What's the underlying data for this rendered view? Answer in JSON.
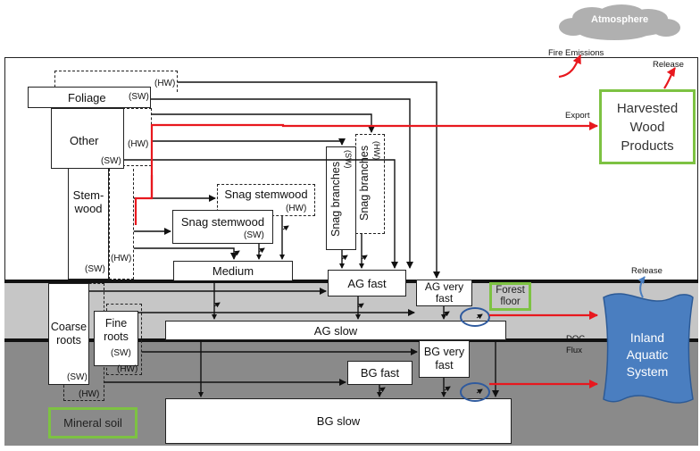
{
  "labels": {
    "atmosphere": "Atmosphere",
    "fire_emissions": "Fire Emissions",
    "release_top": "Release",
    "export": "Export",
    "hwp": "Harvested Wood Products",
    "release_water": "Release",
    "doc_flux": "DOC Flux",
    "inland_aquatic": "Inland Aquatic System",
    "foliage": "Foliage",
    "other": "Other",
    "stemwood": "Stem- wood",
    "hw": "(HW)",
    "sw": "(SW)",
    "snag_stemwood": "Snag stemwood",
    "snag_branches": "Snag branches",
    "medium": "Medium",
    "ag_fast": "AG fast",
    "ag_very_fast": "AG very fast",
    "forest_floor": "Forest floor",
    "coarse_roots": "Coarse roots",
    "fine_roots": "Fine roots",
    "ag_slow": "AG slow",
    "bg_very_fast": "BG very fast",
    "bg_fast": "BG fast",
    "mineral_soil": "Mineral soil",
    "bg_slow": "BG slow"
  },
  "colors": {
    "flux_red": "#e8181e",
    "highlight_green": "#7dc242",
    "aquatic_blue": "#4a7ec0",
    "cloud": "#b0b0b0",
    "arrow_black": "#111111",
    "ag_band": "#c6c6c6",
    "bg_band": "#8a8a8a"
  }
}
